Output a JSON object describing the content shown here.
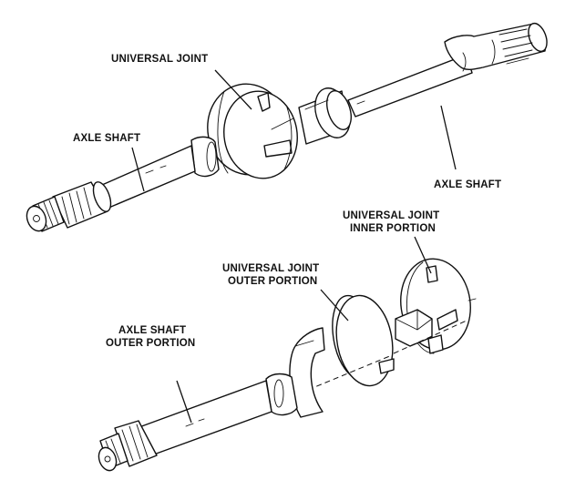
{
  "figure": {
    "assembled": {
      "universal_joint_label": "UNIVERSAL JOINT",
      "left_axle_shaft_label": "AXLE SHAFT",
      "right_axle_shaft_label": "AXLE SHAFT"
    },
    "exploded": {
      "inner_portion_label": [
        "UNIVERSAL JOINT",
        "INNER PORTION"
      ],
      "outer_portion_label": [
        "UNIVERSAL JOINT",
        "OUTER PORTION"
      ],
      "axle_outer_label": [
        "AXLE SHAFT",
        "OUTER PORTION"
      ]
    },
    "ink_color": "#111111",
    "paper_color": "#ffffff"
  }
}
